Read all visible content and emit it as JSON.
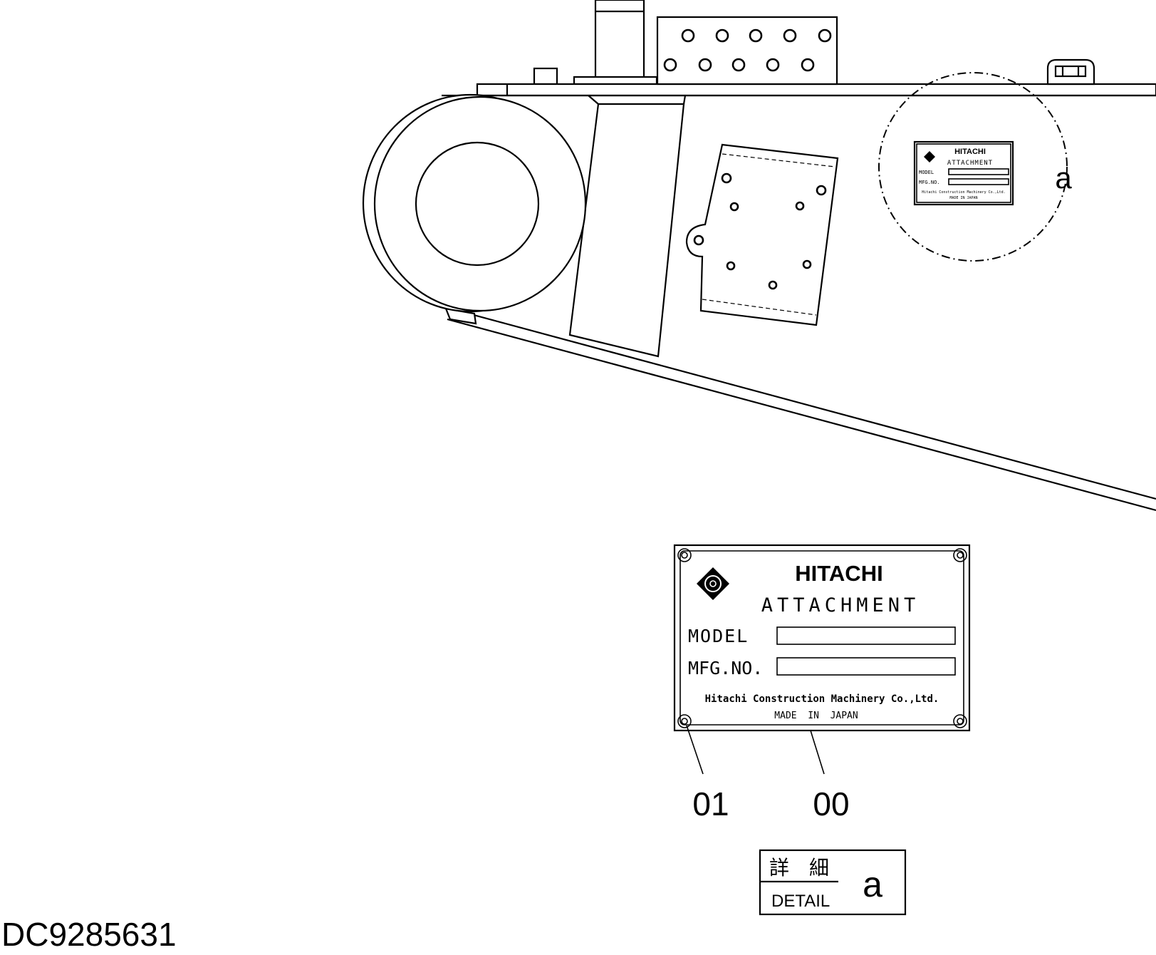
{
  "drawing_number": "DC9285631",
  "detail_marker": "a",
  "nameplate": {
    "brand": "HITACHI",
    "product": "ATTACHMENT",
    "model_label": "MODEL",
    "mfg_no_label": "MFG.NO.",
    "manufacturer": "Hitachi Construction Machinery Co.,Ltd.",
    "origin": "MADE  IN  JAPAN"
  },
  "callouts": [
    "01",
    "00"
  ],
  "detail_box": {
    "japanese": "詳　細",
    "english": "DETAIL",
    "letter": "a"
  },
  "logo_icon": "hitachi-logo-icon"
}
